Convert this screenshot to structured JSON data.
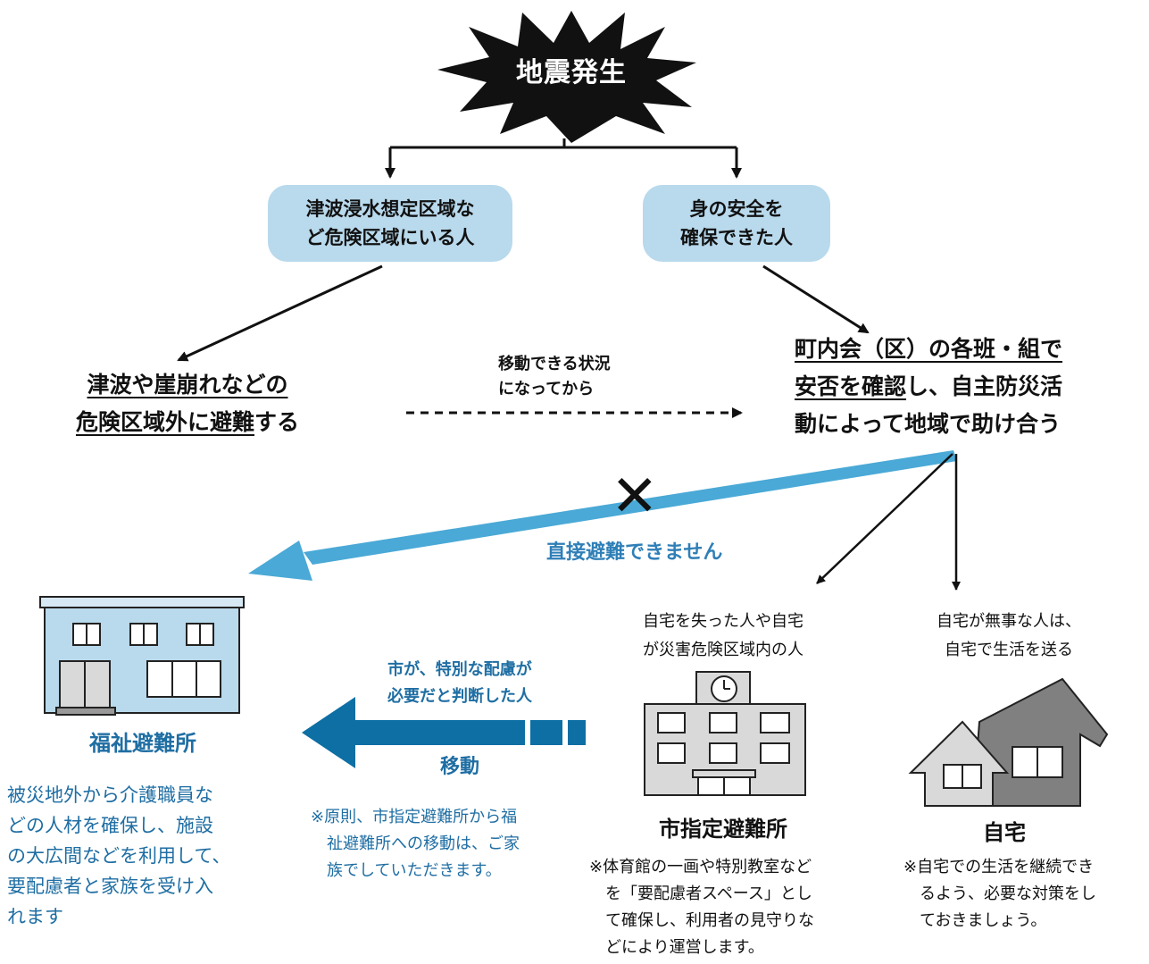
{
  "burst": {
    "label": "地震発生"
  },
  "pill_left": {
    "line1": "津波浸水想定区域な",
    "line2": "ど危険区域にいる人"
  },
  "pill_right": {
    "line1": "身の安全を",
    "line2": "確保できた人"
  },
  "left_action": {
    "line1_u": "津波や崖崩れなどの",
    "line2_u": "危険区域外に避難",
    "line2_rest": "する"
  },
  "dashed_label": {
    "line1": "移動できる状況",
    "line2": "になってから"
  },
  "right_action": {
    "line1_u": "町内会（区）の各班・組で",
    "line2_u": "安否を確認",
    "line2_rest": "し、自主防災活",
    "line3": "動によって地域で助け合う"
  },
  "direct_no": {
    "mark": "✕",
    "label": "直接避難できません"
  },
  "welfare": {
    "title": "福祉避難所",
    "desc": [
      "被災地外から介護職員な",
      "どの人材を確保し、施設",
      "の大広間などを利用して、",
      "要配慮者と家族を受け入",
      "れます"
    ]
  },
  "move": {
    "caption1": "市が、特別な配慮が",
    "caption2": "必要だと判断した人",
    "label": "移動",
    "note": [
      "※原則、市指定避難所から福",
      "祉避難所への移動は、ご家",
      "族でしていただきます。"
    ]
  },
  "city_shelter": {
    "caption1": "自宅を失った人や自宅",
    "caption2": "が災害危険区域内の人",
    "title": "市指定避難所",
    "note": [
      "※体育館の一画や特別教室など",
      "を「要配慮者スペース」とし",
      "て確保し、利用者の見守りな",
      "どにより運営します。"
    ]
  },
  "home": {
    "caption1": "自宅が無事な人は、",
    "caption2": "自宅で生活を送る",
    "title": "自宅",
    "note": [
      "※自宅での生活を継続でき",
      "るよう、必要な対策をし",
      "ておきましょう。"
    ]
  },
  "colors": {
    "pill": "#b9d9ec",
    "light_arrow": "#4aa9d6",
    "dark_arrow": "#0d6fa3",
    "building": "#b9d9ec",
    "text_blue": "#2f7fb7"
  },
  "icons": [
    "explosion-burst-icon",
    "welfare-building-icon",
    "school-building-icon",
    "house-icon",
    "cross-icon"
  ]
}
